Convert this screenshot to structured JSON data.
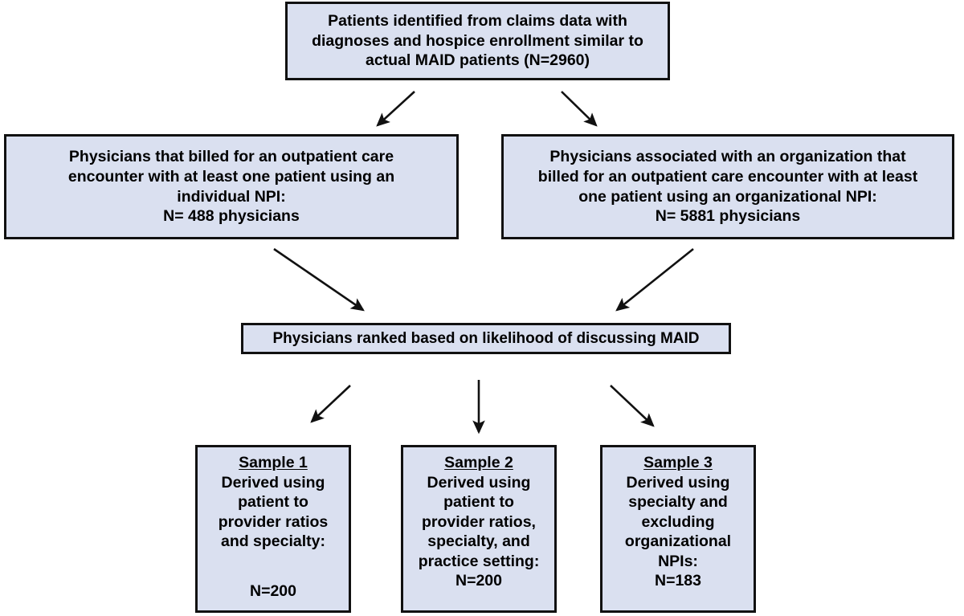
{
  "figure": {
    "type": "flowchart",
    "title": "Physician sample derivation flowchart",
    "colors": {
      "node_fill": "#dae0f0",
      "node_border": "#111111",
      "arrow": "#111111",
      "text": "#000000",
      "background": "#ffffff"
    }
  },
  "nodes": {
    "top": {
      "id": "patients-identified",
      "lines": [
        "Patients identified from claims data with",
        "diagnoses and hospice enrollment similar to",
        "actual MAID patients (N=2960)"
      ],
      "count_label": "N=2960",
      "count": 2960
    },
    "individual_npi": {
      "id": "individual-npi-physicians",
      "lines": [
        "Physicians that billed for an outpatient care",
        "encounter with at least one patient using an",
        "individual NPI:"
      ],
      "count_label": "N= 488 physicians",
      "count": 488
    },
    "organizational_npi": {
      "id": "organizational-npi-physicians",
      "lines": [
        "Physicians associated with an organization that",
        "billed for an outpatient care encounter with at least",
        "one patient using an organizational NPI:"
      ],
      "count_label": "N= 5881 physicians",
      "count": 5881
    },
    "ranked": {
      "id": "physicians-ranked",
      "label": "Physicians ranked based on likelihood of discussing MAID"
    },
    "samples": [
      {
        "id": "sample-1",
        "title": "Sample 1",
        "lines": [
          "Derived using",
          "patient to",
          "provider ratios",
          "and specialty:"
        ],
        "count_label": "N=200",
        "count": 200
      },
      {
        "id": "sample-2",
        "title": "Sample 2",
        "lines": [
          "Derived using",
          "patient to",
          "provider ratios,",
          "specialty, and",
          "practice setting:"
        ],
        "count_label": "N=200",
        "count": 200
      },
      {
        "id": "sample-3",
        "title": "Sample 3",
        "lines": [
          "Derived using",
          "specialty and",
          "excluding",
          "organizational",
          "NPIs:"
        ],
        "count_label": "N=183",
        "count": 183
      }
    ]
  },
  "edges": [
    {
      "id": "top-to-individual",
      "from": "patients-identified",
      "to": "individual-npi-physicians"
    },
    {
      "id": "top-to-organizational",
      "from": "patients-identified",
      "to": "organizational-npi-physicians"
    },
    {
      "id": "individual-to-ranked",
      "from": "individual-npi-physicians",
      "to": "physicians-ranked"
    },
    {
      "id": "organizational-to-ranked",
      "from": "organizational-npi-physicians",
      "to": "physicians-ranked"
    },
    {
      "id": "ranked-to-sample-1",
      "from": "physicians-ranked",
      "to": "sample-1"
    },
    {
      "id": "ranked-to-sample-2",
      "from": "physicians-ranked",
      "to": "sample-2"
    },
    {
      "id": "ranked-to-sample-3",
      "from": "physicians-ranked",
      "to": "sample-3"
    }
  ]
}
